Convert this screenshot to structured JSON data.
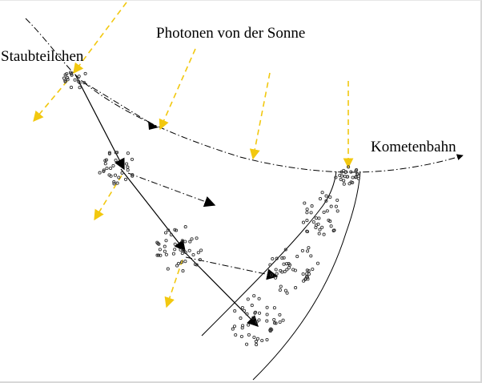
{
  "labels": {
    "dust_particles": "Staubteilchen",
    "photons": "Photonen von der Sonne",
    "comet_orbit": "Kometenbahn"
  },
  "colors": {
    "photon": "#f2c80f",
    "line": "#000000",
    "background": "#ffffff"
  }
}
